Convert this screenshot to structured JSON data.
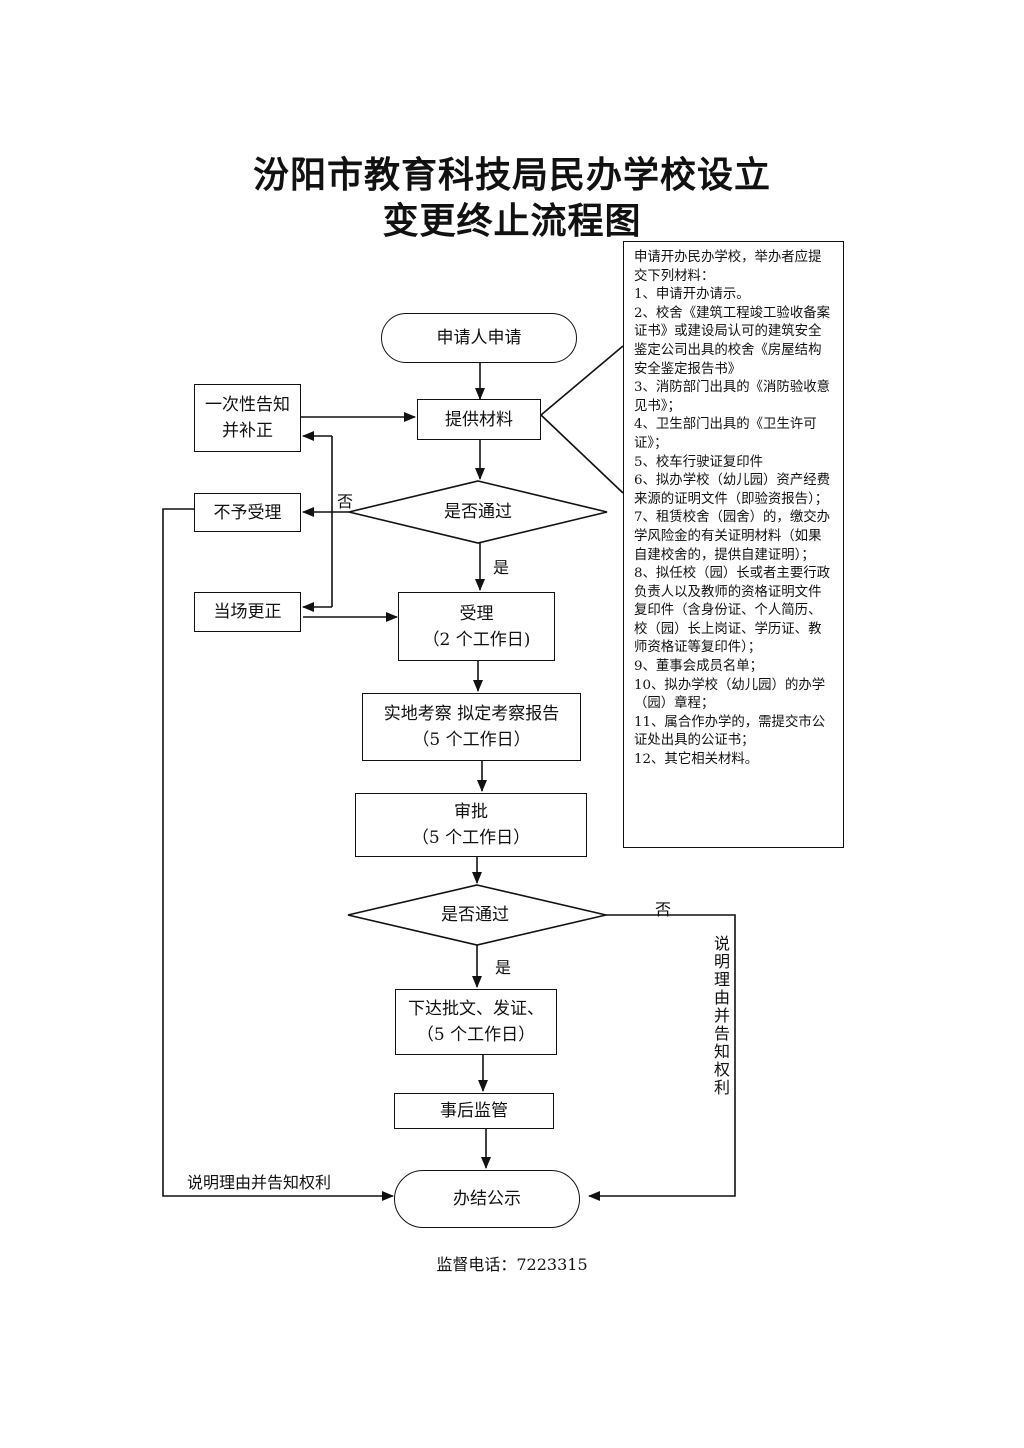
{
  "title": {
    "line1": "汾阳市教育科技局民办学校设立",
    "line2": "变更终止流程图"
  },
  "nodes": {
    "start": "申请人申请",
    "materials": "提供材料",
    "notify": [
      "一次性告知",
      "并补正"
    ],
    "reject": "不予受理",
    "correct": "当场更正",
    "check1": "是否通过",
    "accept": [
      "受理",
      "（2 个工作日)"
    ],
    "inspect": [
      "实地考察  拟定考察报告",
      "（5 个工作日）"
    ],
    "approve": [
      "审批",
      "（5 个工作日）"
    ],
    "check2": "是否通过",
    "issue": [
      "下达批文、发证、",
      "（5 个工作日）"
    ],
    "supervise": "事后监管",
    "end": "办结公示"
  },
  "labels": {
    "no1": "否",
    "yes1": "是",
    "no2": "否",
    "yes2": "是",
    "explain_left": "说明理由并告知权利",
    "explain_right": "说明理由并告知权利"
  },
  "materials_note": {
    "intro": "申请开办民办学校，举办者应提交下列材料：",
    "items": [
      "1、申请开办请示。",
      "2、校舍《建筑工程竣工验收备案证书》或建设局认可的建筑安全鉴定公司出具的校舍《房屋结构安全鉴定报告书》",
      "3、消防部门出具的《消防验收意见书》；",
      "4、卫生部门出具的《卫生许可证》；",
      "5、校车行驶证复印件",
      "6、拟办学校（幼儿园）资产经费来源的证明文件（即验资报告）；",
      "7、租赁校舍（园舍）的，缴交办学风险金的有关证明材料（如果自建校舍的，提供自建证明）；",
      "8、拟任校（园）长或者主要行政负责人以及教师的资格证明文件复印件（含身份证、个人简历、校（园）长上岗证、学历证、教师资格证等复印件）；",
      "9、董事会成员名单；",
      "10、拟办学校（幼儿园）的办学（园）章程；",
      "11、属合作办学的，需提交市公证处出具的公证书；",
      "12、其它相关材料。"
    ]
  },
  "footer": "监督电话：7223315"
}
